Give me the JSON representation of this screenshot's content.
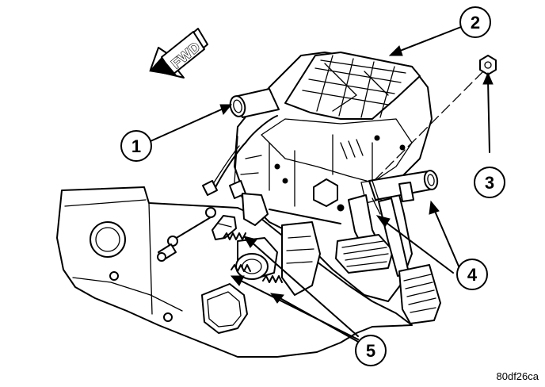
{
  "direction_label": "FWD",
  "reference_code": "80df26ca",
  "callouts": [
    {
      "label": "1"
    },
    {
      "label": "2"
    },
    {
      "label": "3"
    },
    {
      "label": "4"
    },
    {
      "label": "5"
    }
  ]
}
